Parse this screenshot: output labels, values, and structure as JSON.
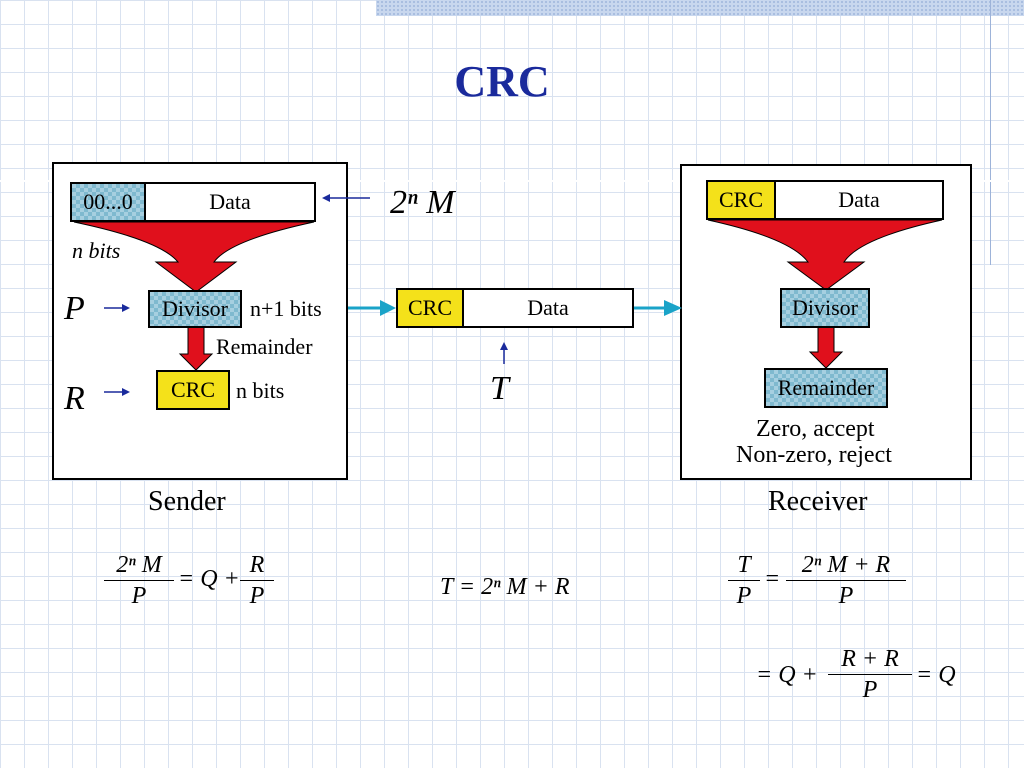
{
  "title": "CRC",
  "sender": {
    "zeros": "00...0",
    "data": "Data",
    "n_bits": "n bits",
    "divisor": "Divisor",
    "n1_bits": "n+1 bits",
    "remainder": "Remainder",
    "crc": "CRC",
    "n_bits2": "n bits",
    "label_P": "P",
    "label_R": "R",
    "caption": "Sender"
  },
  "transmit": {
    "crc": "CRC",
    "data": "Data",
    "label_T": "T",
    "label_2nM": "2ⁿ M"
  },
  "receiver": {
    "crc": "CRC",
    "data": "Data",
    "divisor": "Divisor",
    "remainder": "Remainder",
    "zero_accept": "Zero, accept",
    "nonzero_reject": "Non-zero, reject",
    "caption": "Receiver"
  },
  "equations": {
    "eq1_num": "2ⁿ M",
    "eq1_den": "P",
    "eq1_mid": "= Q +",
    "eq1_num2": "R",
    "eq1_den2": "P",
    "eq2": "T = 2ⁿ M + R",
    "eq3_num": "T",
    "eq3_den": "P",
    "eq3_eq": "=",
    "eq3_num2": "2ⁿ M + R",
    "eq3_den2": "P",
    "eq4_left": "= Q +",
    "eq4_num": "R + R",
    "eq4_den": "P",
    "eq4_right": "= Q"
  },
  "colors": {
    "title": "#1a2a9c",
    "arrow_red": "#e0101c",
    "arrow_teal": "#1aa3c8",
    "crc_yellow": "#f4e11a"
  }
}
